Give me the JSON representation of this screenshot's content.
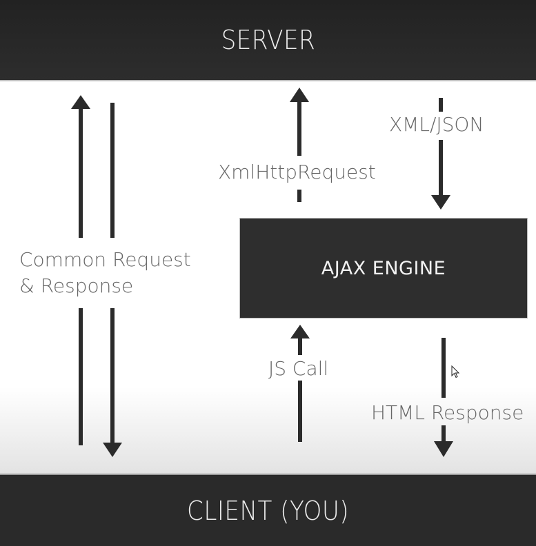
{
  "server": {
    "label": "SERVER"
  },
  "client": {
    "label": "CLIENT (YOU)"
  },
  "engine": {
    "label": "AJAX ENGINE"
  },
  "labels": {
    "common_line1": "Common Request",
    "common_line2": "& Response",
    "xmlhttp": "XmlHttpRequest",
    "xmljson": "XML/JSON",
    "jscall": "JS Call",
    "htmlresponse": "HTML Response"
  },
  "arrows": [
    {
      "name": "common-request-arrow",
      "direction": "up",
      "from": "client",
      "to": "server"
    },
    {
      "name": "common-response-arrow",
      "direction": "down",
      "from": "server",
      "to": "client"
    },
    {
      "name": "xmlhttprequest-arrow",
      "direction": "up",
      "from": "ajax-engine",
      "to": "server"
    },
    {
      "name": "xml-json-arrow",
      "direction": "down",
      "from": "server",
      "to": "ajax-engine"
    },
    {
      "name": "js-call-arrow",
      "direction": "up",
      "from": "client",
      "to": "ajax-engine"
    },
    {
      "name": "html-response-arrow",
      "direction": "down",
      "from": "ajax-engine",
      "to": "client"
    }
  ],
  "colors": {
    "bar": "#2a2a2a",
    "arrow": "#2b2b2b",
    "label": "#666666",
    "bar_text": "#ececec"
  },
  "cursor": "mouse-pointer-icon"
}
